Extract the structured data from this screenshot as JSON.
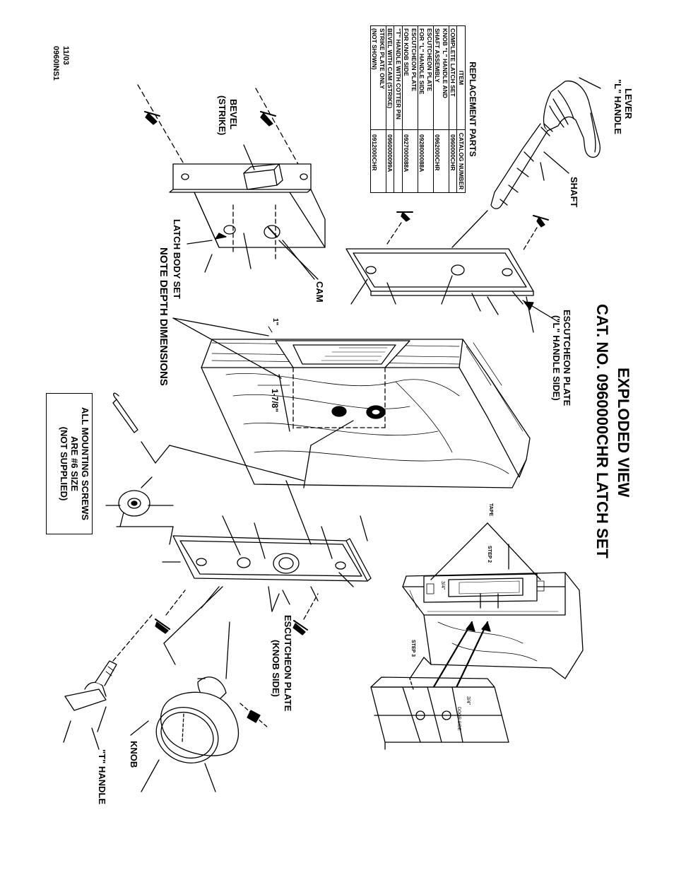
{
  "title": {
    "line1": "EXPLODED VIEW",
    "line2": "CAT. NO. 0960000CHR LATCH SET"
  },
  "footer": {
    "date": "11/03",
    "doc_code": "0960INS1"
  },
  "labels": {
    "lever_line1": "LEVER",
    "lever_line2": "\"L\" HANDLE",
    "shaft": "SHAFT",
    "escutcheon_l_line1": "ESCUTCHEON PLATE",
    "escutcheon_l_line2": "(\"L\" HANDLE SIDE)",
    "bevel_line1": "BEVEL",
    "bevel_line2": "(STRIKE)",
    "cam": "CAM",
    "latch_body": "LATCH BODY SET",
    "depth_note": "NOTE DEPTH DIMENSIONS",
    "depth_1": "1\"",
    "depth_2": "1-7/8\"",
    "escutcheon_knob_line1": "ESCUTCHEON PLATE",
    "escutcheon_knob_line2": "(KNOB SIDE)",
    "knob": "KNOB",
    "t_handle": "\"T\" HANDLE",
    "tape": "TAPE",
    "step2": "STEP 2",
    "step3": "STEP 3",
    "inner_dim": "3/4\"",
    "door_side": "DOOR SIDE"
  },
  "mounting_note": {
    "line1": "ALL MOUNTING SCREWS",
    "line2": "ARE #6 SIZE",
    "line3": "(NOT SUPPLIED)"
  },
  "parts_table": {
    "heading": "REPLACEMENT PARTS",
    "col_item": "ITEM",
    "col_catalog": "CATALOG NUMBER",
    "rows": [
      {
        "item": "COMPLETE LATCH SET",
        "catalog": "0960000CHR",
        "sep": true
      },
      {
        "item": "KNOB \"L\" HANDLE AND",
        "catalog": "",
        "sep": true
      },
      {
        "item": "SHAFT ASSEMBLY",
        "catalog": "0962000CHR",
        "sep": false
      },
      {
        "item": "ESCUTCHEON PLATE",
        "catalog": "",
        "sep": true
      },
      {
        "item": "FOR \"L\" HANDLE SIDE",
        "catalog": "0928000088A",
        "sep": false
      },
      {
        "item": "ESCUTCHEON PLATE",
        "catalog": "",
        "sep": true
      },
      {
        "item": "FOR KNOB SIDE",
        "catalog": "0927000088A",
        "sep": false
      },
      {
        "item": "\"T\" HANDLE WITH COTTER PIN",
        "catalog": "",
        "sep": true
      },
      {
        "item": "BEVEL WITH CAM (STRIKE)",
        "catalog": "0960000099A",
        "sep": true
      },
      {
        "item": "STRIKE PLATE ONLY",
        "catalog": "",
        "sep": true
      },
      {
        "item": "(NOT SHOWN)",
        "catalog": "0912000CHR",
        "sep": false
      }
    ]
  }
}
